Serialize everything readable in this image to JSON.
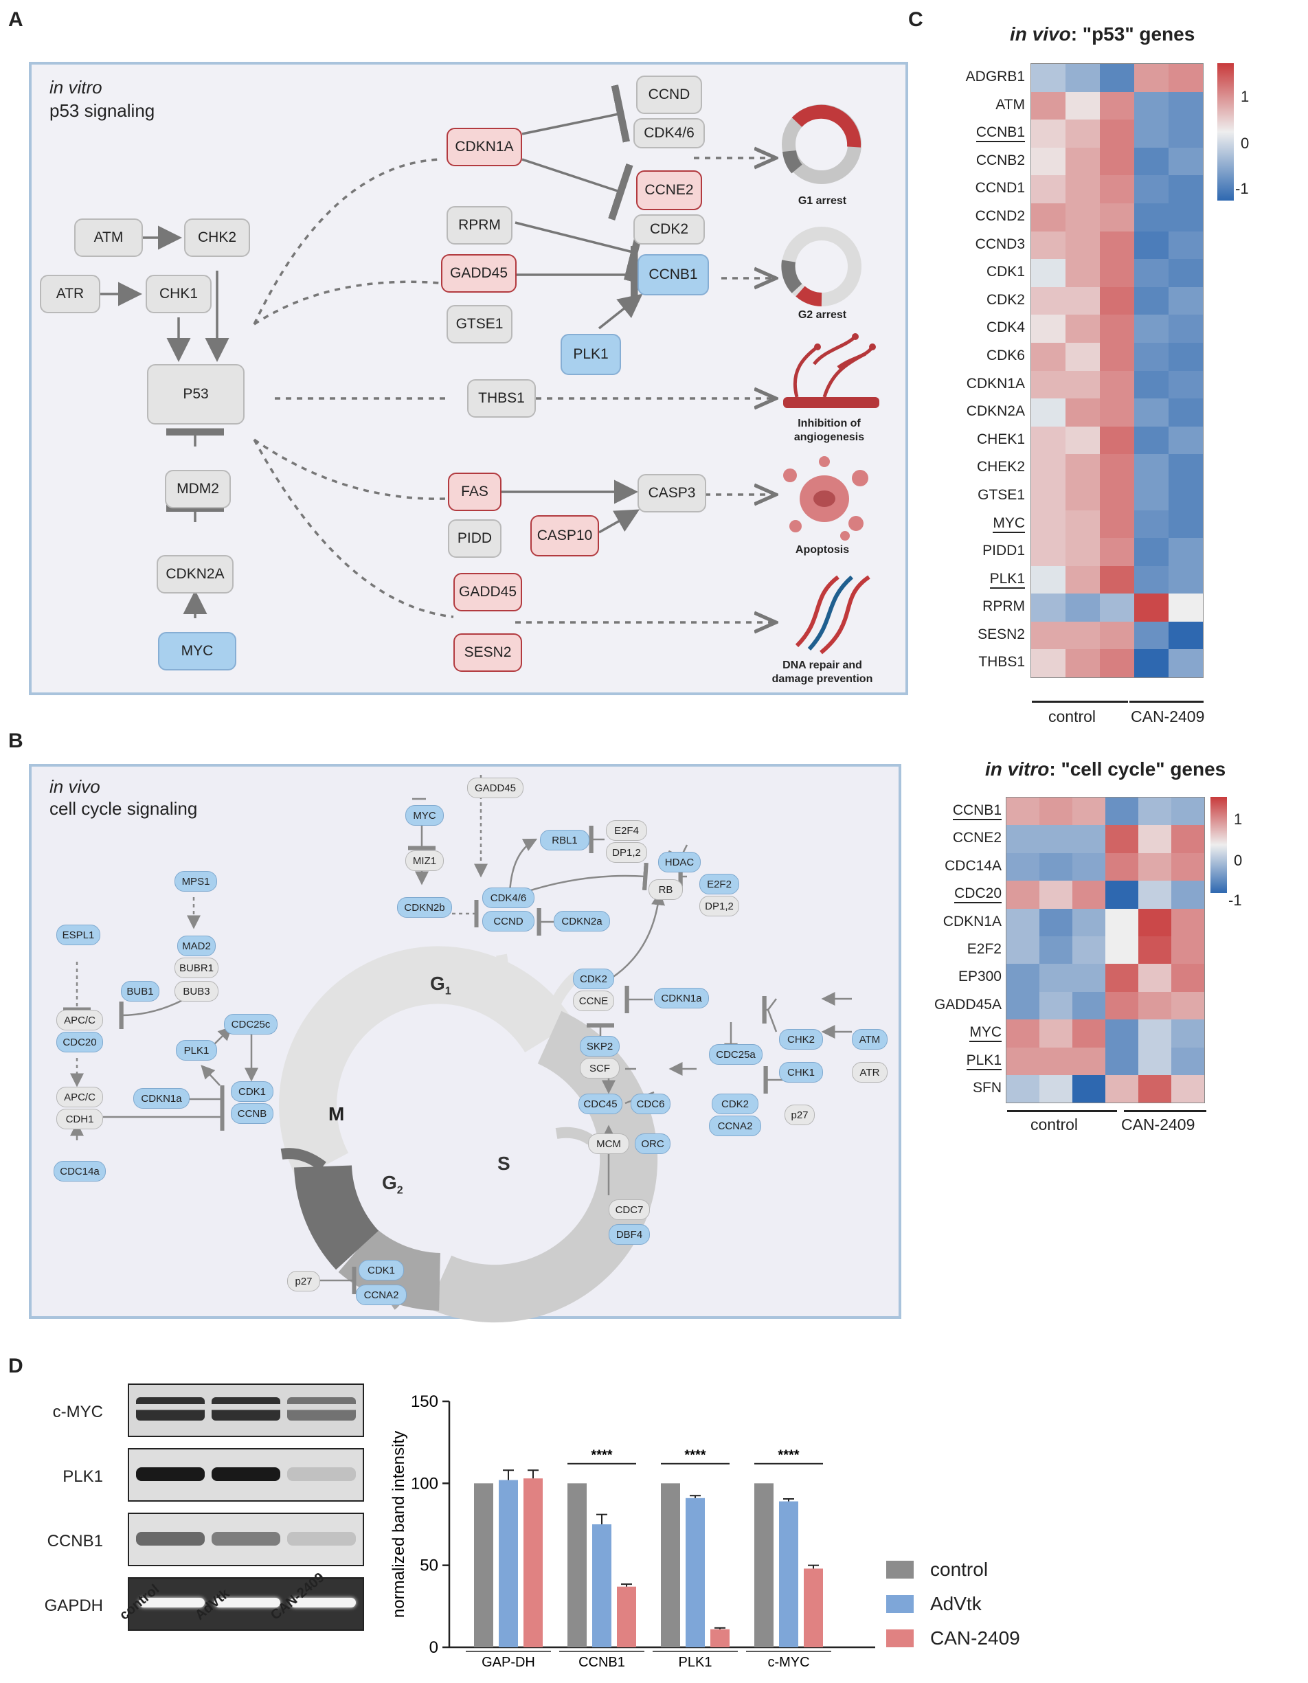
{
  "panels": {
    "A": "A",
    "B": "B",
    "C": "C",
    "D": "D"
  },
  "panelA": {
    "title_italic": "in vitro",
    "title": "p53 signaling",
    "nodes": {
      "ATM": "ATM",
      "ATR": "ATR",
      "CHK2": "CHK2",
      "CHK1": "CHK1",
      "P53": "P53",
      "MDM2": "MDM2",
      "CDKN2A": "CDKN2A",
      "MYC": "MYC",
      "CDKN1A": "CDKN1A",
      "CCND": "CCND",
      "CDK46": "CDK4/6",
      "CCNE2": "CCNE2",
      "CDK2": "CDK2",
      "RPRM": "RPRM",
      "GADD45a": "GADD45",
      "GTSE1": "GTSE1",
      "PLK1": "PLK1",
      "CCNB1": "CCNB1",
      "THBS1": "THBS1",
      "FAS": "FAS",
      "PIDD": "PIDD",
      "CASP10": "CASP10",
      "CASP3": "CASP3",
      "GADD45b": "GADD45",
      "SESN2": "SESN2"
    },
    "outcomes": {
      "g1": "G1 arrest",
      "g2": "G2 arrest",
      "angio1": "Inhibition of",
      "angio2": "angiogenesis",
      "apop": "Apoptosis",
      "dna1": "DNA repair and",
      "dna2": "damage prevention"
    }
  },
  "panelB": {
    "title_italic": "in vivo",
    "title": "cell cycle signaling",
    "phases": {
      "G1": "G",
      "G1sub": "1",
      "S": "S",
      "G2": "G",
      "G2sub": "2",
      "M": "M"
    },
    "nodes": {
      "GADD45": "GADD45",
      "MYC": "MYC",
      "MIZ1": "MIZ1",
      "CDKN2b": "CDKN2b",
      "CDK46": "CDK4/6",
      "CCND": "CCND",
      "CDKN2a": "CDKN2a",
      "RBL1": "RBL1",
      "E2F4": "E2F4",
      "DP12a": "DP1,2",
      "HDAC": "HDAC",
      "RB": "RB",
      "E2F2": "E2F2",
      "DP12b": "DP1,2",
      "MPS1": "MPS1",
      "MAD2": "MAD2",
      "BUBR1": "BUBR1",
      "BUB1": "BUB1",
      "BUB3": "BUB3",
      "ESPL1": "ESPL1",
      "APCC1": "APC/C",
      "CDC20": "CDC20",
      "APCC2": "APC/C",
      "CDH1": "CDH1",
      "CDC14a": "CDC14a",
      "CDC25c": "CDC25c",
      "PLK1": "PLK1",
      "CDK1a": "CDK1",
      "CCNB": "CCNB",
      "CDKN1a": "CDKN1a",
      "CDK2a": "CDK2",
      "CCNE": "CCNE",
      "CDKN1a2": "CDKN1a",
      "SKP2": "SKP2",
      "SCF": "SCF",
      "CDC25a": "CDC25a",
      "CHK2": "CHK2",
      "ATM": "ATM",
      "CHK1": "CHK1",
      "ATR": "ATR",
      "CDC45": "CDC45",
      "CDC6": "CDC6",
      "CDK2b": "CDK2",
      "p27a": "p27",
      "MCM": "MCM",
      "ORC": "ORC",
      "CCNA2a": "CCNA2",
      "CDC7": "CDC7",
      "DBF4": "DBF4",
      "p27b": "p27",
      "CDK1b": "CDK1",
      "CCNA2b": "CCNA2"
    }
  },
  "panelC1": {
    "title_italic": "in vivo",
    "title_rest": ": \"p53\" genes",
    "genes": [
      "ADGRB1",
      "ATM",
      "CCNB1",
      "CCNB2",
      "CCND1",
      "CCND2",
      "CCND3",
      "CDK1",
      "CDK2",
      "CDK4",
      "CDK6",
      "CDKN1A",
      "CDKN2A",
      "CHEK1",
      "CHEK2",
      "GTSE1",
      "MYC",
      "PIDD1",
      "PLK1",
      "RPRM",
      "SESN2",
      "THBS1"
    ],
    "underlined": [
      "CCNB1",
      "MYC",
      "PLK1"
    ],
    "values": [
      [
        -0.4,
        -0.6,
        -1.0,
        0.6,
        0.7
      ],
      [
        0.6,
        0.1,
        0.7,
        -0.8,
        -0.9
      ],
      [
        0.2,
        0.4,
        0.8,
        -0.8,
        -0.9
      ],
      [
        0.1,
        0.5,
        0.8,
        -1.0,
        -0.8
      ],
      [
        0.3,
        0.5,
        0.7,
        -0.9,
        -1.0
      ],
      [
        0.6,
        0.5,
        0.6,
        -1.0,
        -1.0
      ],
      [
        0.4,
        0.5,
        0.8,
        -1.1,
        -0.9
      ],
      [
        -0.1,
        0.5,
        0.8,
        -0.9,
        -1.0
      ],
      [
        0.3,
        0.3,
        0.9,
        -1.0,
        -0.8
      ],
      [
        0.1,
        0.5,
        0.8,
        -0.8,
        -0.9
      ],
      [
        0.5,
        0.2,
        0.8,
        -0.9,
        -1.0
      ],
      [
        0.4,
        0.4,
        0.7,
        -1.0,
        -0.9
      ],
      [
        -0.1,
        0.6,
        0.7,
        -0.8,
        -1.0
      ],
      [
        0.3,
        0.2,
        0.9,
        -1.0,
        -0.8
      ],
      [
        0.3,
        0.5,
        0.8,
        -0.8,
        -1.0
      ],
      [
        0.3,
        0.5,
        0.8,
        -0.8,
        -1.0
      ],
      [
        0.3,
        0.4,
        0.8,
        -0.9,
        -1.0
      ],
      [
        0.3,
        0.4,
        0.7,
        -1.0,
        -0.8
      ],
      [
        -0.1,
        0.5,
        1.0,
        -0.9,
        -0.8
      ],
      [
        -0.5,
        -0.7,
        -0.5,
        1.2,
        0.0
      ],
      [
        0.5,
        0.5,
        0.6,
        -0.9,
        -1.3
      ],
      [
        0.2,
        0.6,
        0.8,
        -1.3,
        -0.7
      ]
    ],
    "scale": {
      "max": "1",
      "mid": "0",
      "min": "-1"
    },
    "groups": {
      "control": "control",
      "treat": "CAN-2409"
    }
  },
  "panelC2": {
    "title_italic": "in vitro",
    "title_rest": ": \"cell cycle\" genes",
    "genes": [
      "CCNB1",
      "CCNE2",
      "CDC14A",
      "CDC20",
      "CDKN1A",
      "E2F2",
      "EP300",
      "GADD45A",
      "MYC",
      "PLK1",
      "SFN"
    ],
    "underlined": [
      "CCNB1",
      "CDC20",
      "MYC",
      "PLK1"
    ],
    "values": [
      [
        0.5,
        0.6,
        0.5,
        -0.9,
        -0.5,
        -0.6
      ],
      [
        -0.6,
        -0.6,
        -0.6,
        1.0,
        0.2,
        0.8
      ],
      [
        -0.7,
        -0.8,
        -0.7,
        0.8,
        0.5,
        0.7
      ],
      [
        0.6,
        0.3,
        0.7,
        -1.3,
        -0.3,
        -0.7
      ],
      [
        -0.5,
        -0.9,
        -0.6,
        0.0,
        1.2,
        0.7
      ],
      [
        -0.5,
        -0.8,
        -0.5,
        0.0,
        1.1,
        0.7
      ],
      [
        -0.8,
        -0.6,
        -0.6,
        1.0,
        0.3,
        0.8
      ],
      [
        -0.8,
        -0.5,
        -0.8,
        0.8,
        0.6,
        0.5
      ],
      [
        0.7,
        0.4,
        0.8,
        -0.9,
        -0.3,
        -0.6
      ],
      [
        0.6,
        0.6,
        0.6,
        -0.9,
        -0.3,
        -0.7
      ],
      [
        -0.4,
        -0.2,
        -1.3,
        0.4,
        1.0,
        0.3
      ]
    ],
    "scale": {
      "max": "1",
      "mid": "0",
      "min": "-1"
    },
    "groups": {
      "control": "control",
      "treat": "CAN-2409"
    }
  },
  "panelD": {
    "blot_labels": [
      "c-MYC",
      "PLK1",
      "CCNB1",
      "GAPDH"
    ],
    "lanes": [
      "control",
      "AdVtk",
      "CAN-2409"
    ],
    "legend": [
      {
        "name": "control",
        "color": "#8c8c8c"
      },
      {
        "name": "AdVtk",
        "color": "#7ea6d8"
      },
      {
        "name": "CAN-2409",
        "color": "#e08282"
      }
    ],
    "significance": "****"
  },
  "chart_data": {
    "type": "bar",
    "categories": [
      "GAP-DH",
      "CCNB1",
      "PLK1",
      "c-MYC"
    ],
    "series": [
      {
        "name": "control",
        "values": [
          100,
          100,
          100,
          100
        ],
        "errors": [
          0,
          0,
          0,
          0
        ]
      },
      {
        "name": "AdVtk",
        "values": [
          102,
          75,
          91,
          89
        ],
        "errors": [
          6,
          6,
          1.5,
          1.5
        ]
      },
      {
        "name": "CAN-2409",
        "values": [
          103,
          37,
          11,
          48
        ],
        "errors": [
          5,
          1.5,
          0.8,
          2
        ]
      }
    ],
    "ylabel": "normalized band intensity",
    "xlabel": "",
    "ylim": [
      0,
      150
    ],
    "yticks": [
      "0",
      "50",
      "100",
      "150"
    ],
    "annotations": [
      "****",
      "****",
      "****"
    ]
  }
}
